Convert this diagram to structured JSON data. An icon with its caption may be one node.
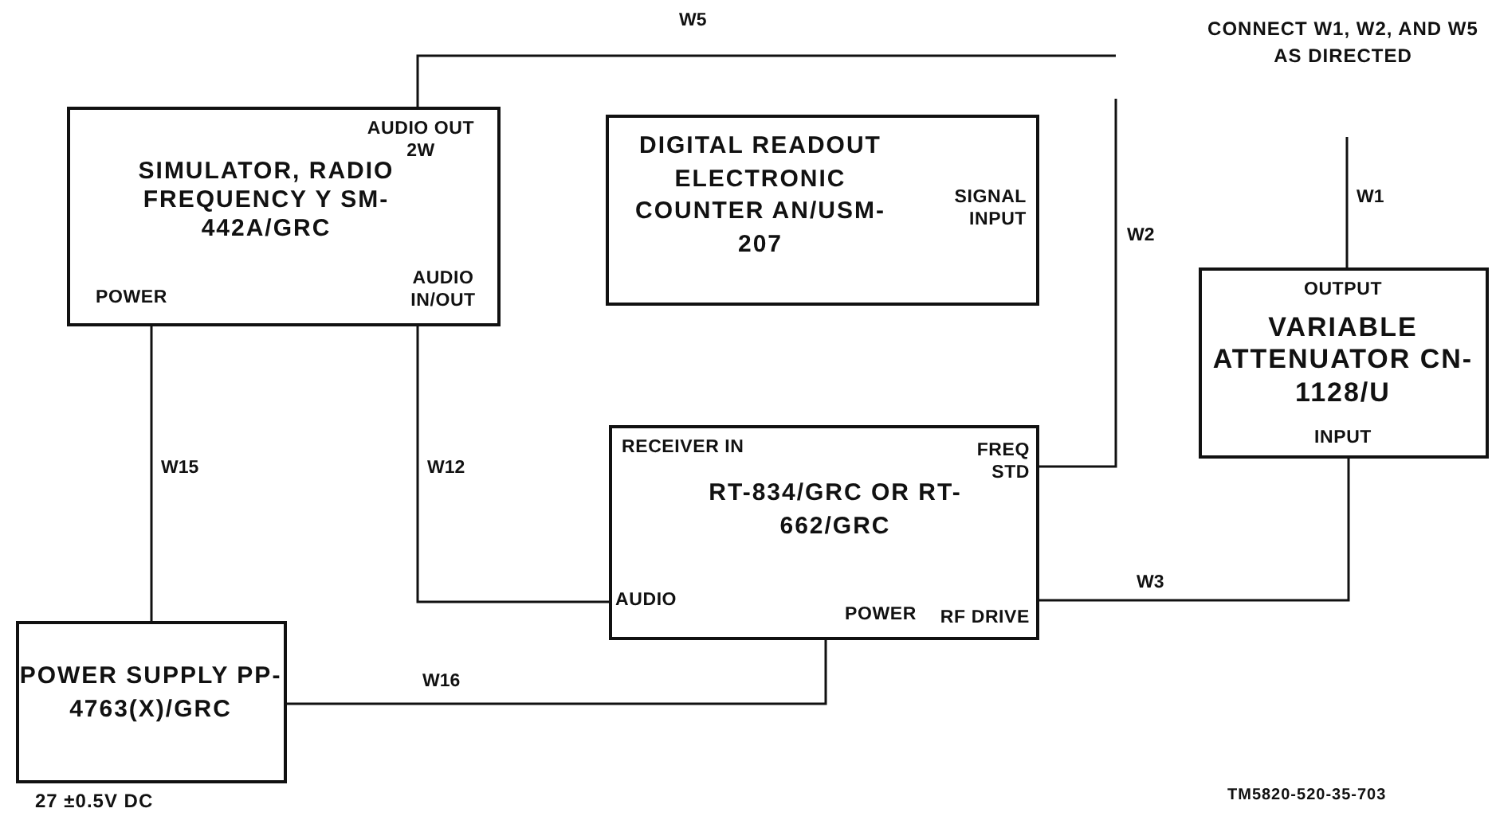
{
  "diagram": {
    "nodes": [
      {
        "text": [
          "AUDIO OUT 2W",
          "SIMULATOR, RADIO FREQUENCY Y SM-442A/GRC",
          "POWER",
          "AUDIO IN/OUT"
        ]
      },
      {
        "text": [
          "DIGITAL READOUT ELECTRONIC COUNTER AN/USM-207",
          "SIGNAL INPUT"
        ]
      },
      {
        "text": [
          "OUTPUT",
          "VARIABLE ATTENUATOR CN-1128/U",
          "INPUT"
        ]
      },
      {
        "text": [
          "RECEIVER IN",
          "RT-834/GRC OR RT-662/GRC",
          "AUDIO",
          "POWER",
          "FREQ STD",
          "RF DRIVE"
        ]
      },
      {
        "text": [
          "POWER SUPPLY PP-4763(X)/GRC"
        ],
        "beside": [
          "27 ±0.5V DC"
        ]
      }
    ],
    "edges": [
      {
        "from": 0,
        "to": null,
        "arrow": "none",
        "label": "W5"
      },
      {
        "from": null,
        "to": 3,
        "arrow": "none",
        "label": "W2"
      },
      {
        "from": null,
        "to": 2,
        "arrow": "none",
        "label": "W1"
      },
      {
        "from": 0,
        "to": 3,
        "arrow": "none",
        "label": "W12"
      },
      {
        "from": 0,
        "to": 4,
        "arrow": "none",
        "label": "W15"
      },
      {
        "from": 4,
        "to": 3,
        "arrow": "none",
        "label": "W16"
      },
      {
        "from": 3,
        "to": 2,
        "arrow": "none",
        "label": "W3"
      }
    ],
    "labels": [
      "CONNECT W1, W2, AND W5 AS DIRECTED",
      "TM5820-520-35-703"
    ]
  }
}
